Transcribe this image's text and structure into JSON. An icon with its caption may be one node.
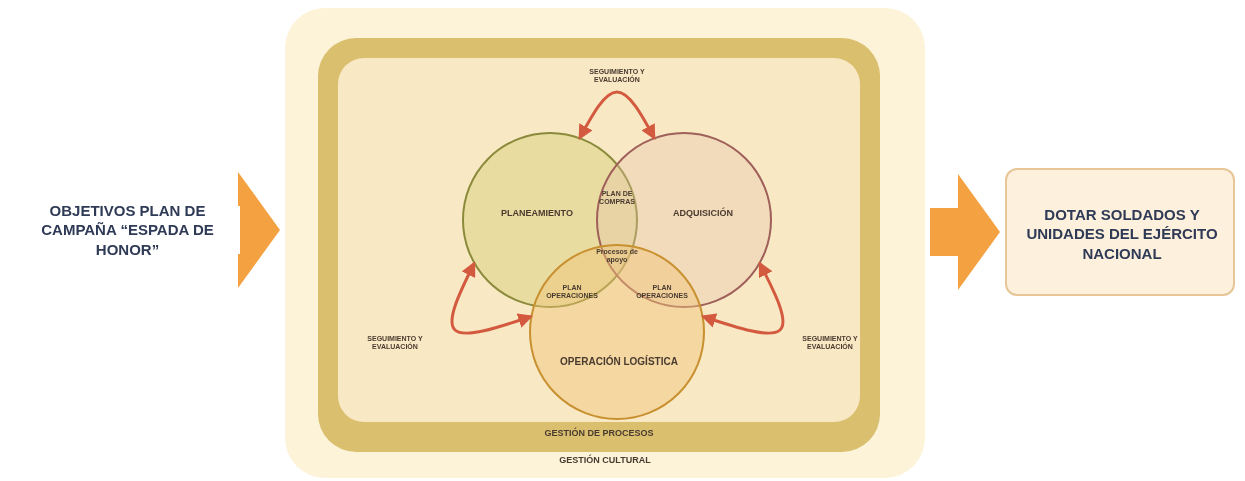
{
  "diagram": {
    "nodes": [
      {
        "text": [
          "OBJETIVOS PLAN DE CAMPAÑA “ESPADA DE HONOR”"
        ]
      },
      {
        "text": [
          "GESTIÓN CULTURAL"
        ]
      },
      {
        "text": [
          "GESTIÓN DE PROCESOS"
        ],
        "in": 1
      },
      {
        "text": [
          "PLANEAMIENTO"
        ],
        "in": 2
      },
      {
        "text": [
          "ADQUISICIÓN"
        ],
        "in": 2
      },
      {
        "text": [
          "OPERACIÓN LOGÍSTICA"
        ],
        "in": 2
      },
      {
        "text": [
          "DOTAR SOLDADOS Y UNIDADES DEL EJÉRCITO NACIONAL"
        ]
      }
    ],
    "edges": [
      {
        "from": 0,
        "to": 1,
        "arrow": "to",
        "style": "thick",
        "color": "#f4a142"
      },
      {
        "from": 3,
        "to": 4,
        "arrow": "both",
        "label": "SEGUIMIENTO Y EVALUACIÓN"
      },
      {
        "from": 3,
        "to": 5,
        "arrow": "both",
        "label": "SEGUIMIENTO Y EVALUACIÓN"
      },
      {
        "from": 4,
        "to": 5,
        "arrow": "both",
        "label": "SEGUIMIENTO Y EVALUACIÓN"
      },
      {
        "from": 1,
        "to": 6,
        "arrow": "to",
        "style": "thick",
        "color": "#f4a142"
      }
    ],
    "labels": [
      "PLAN DE COMPRAS",
      "Procesos de apoyo",
      "PLAN OPERACIONES",
      "PLAN OPERACIONES"
    ]
  }
}
